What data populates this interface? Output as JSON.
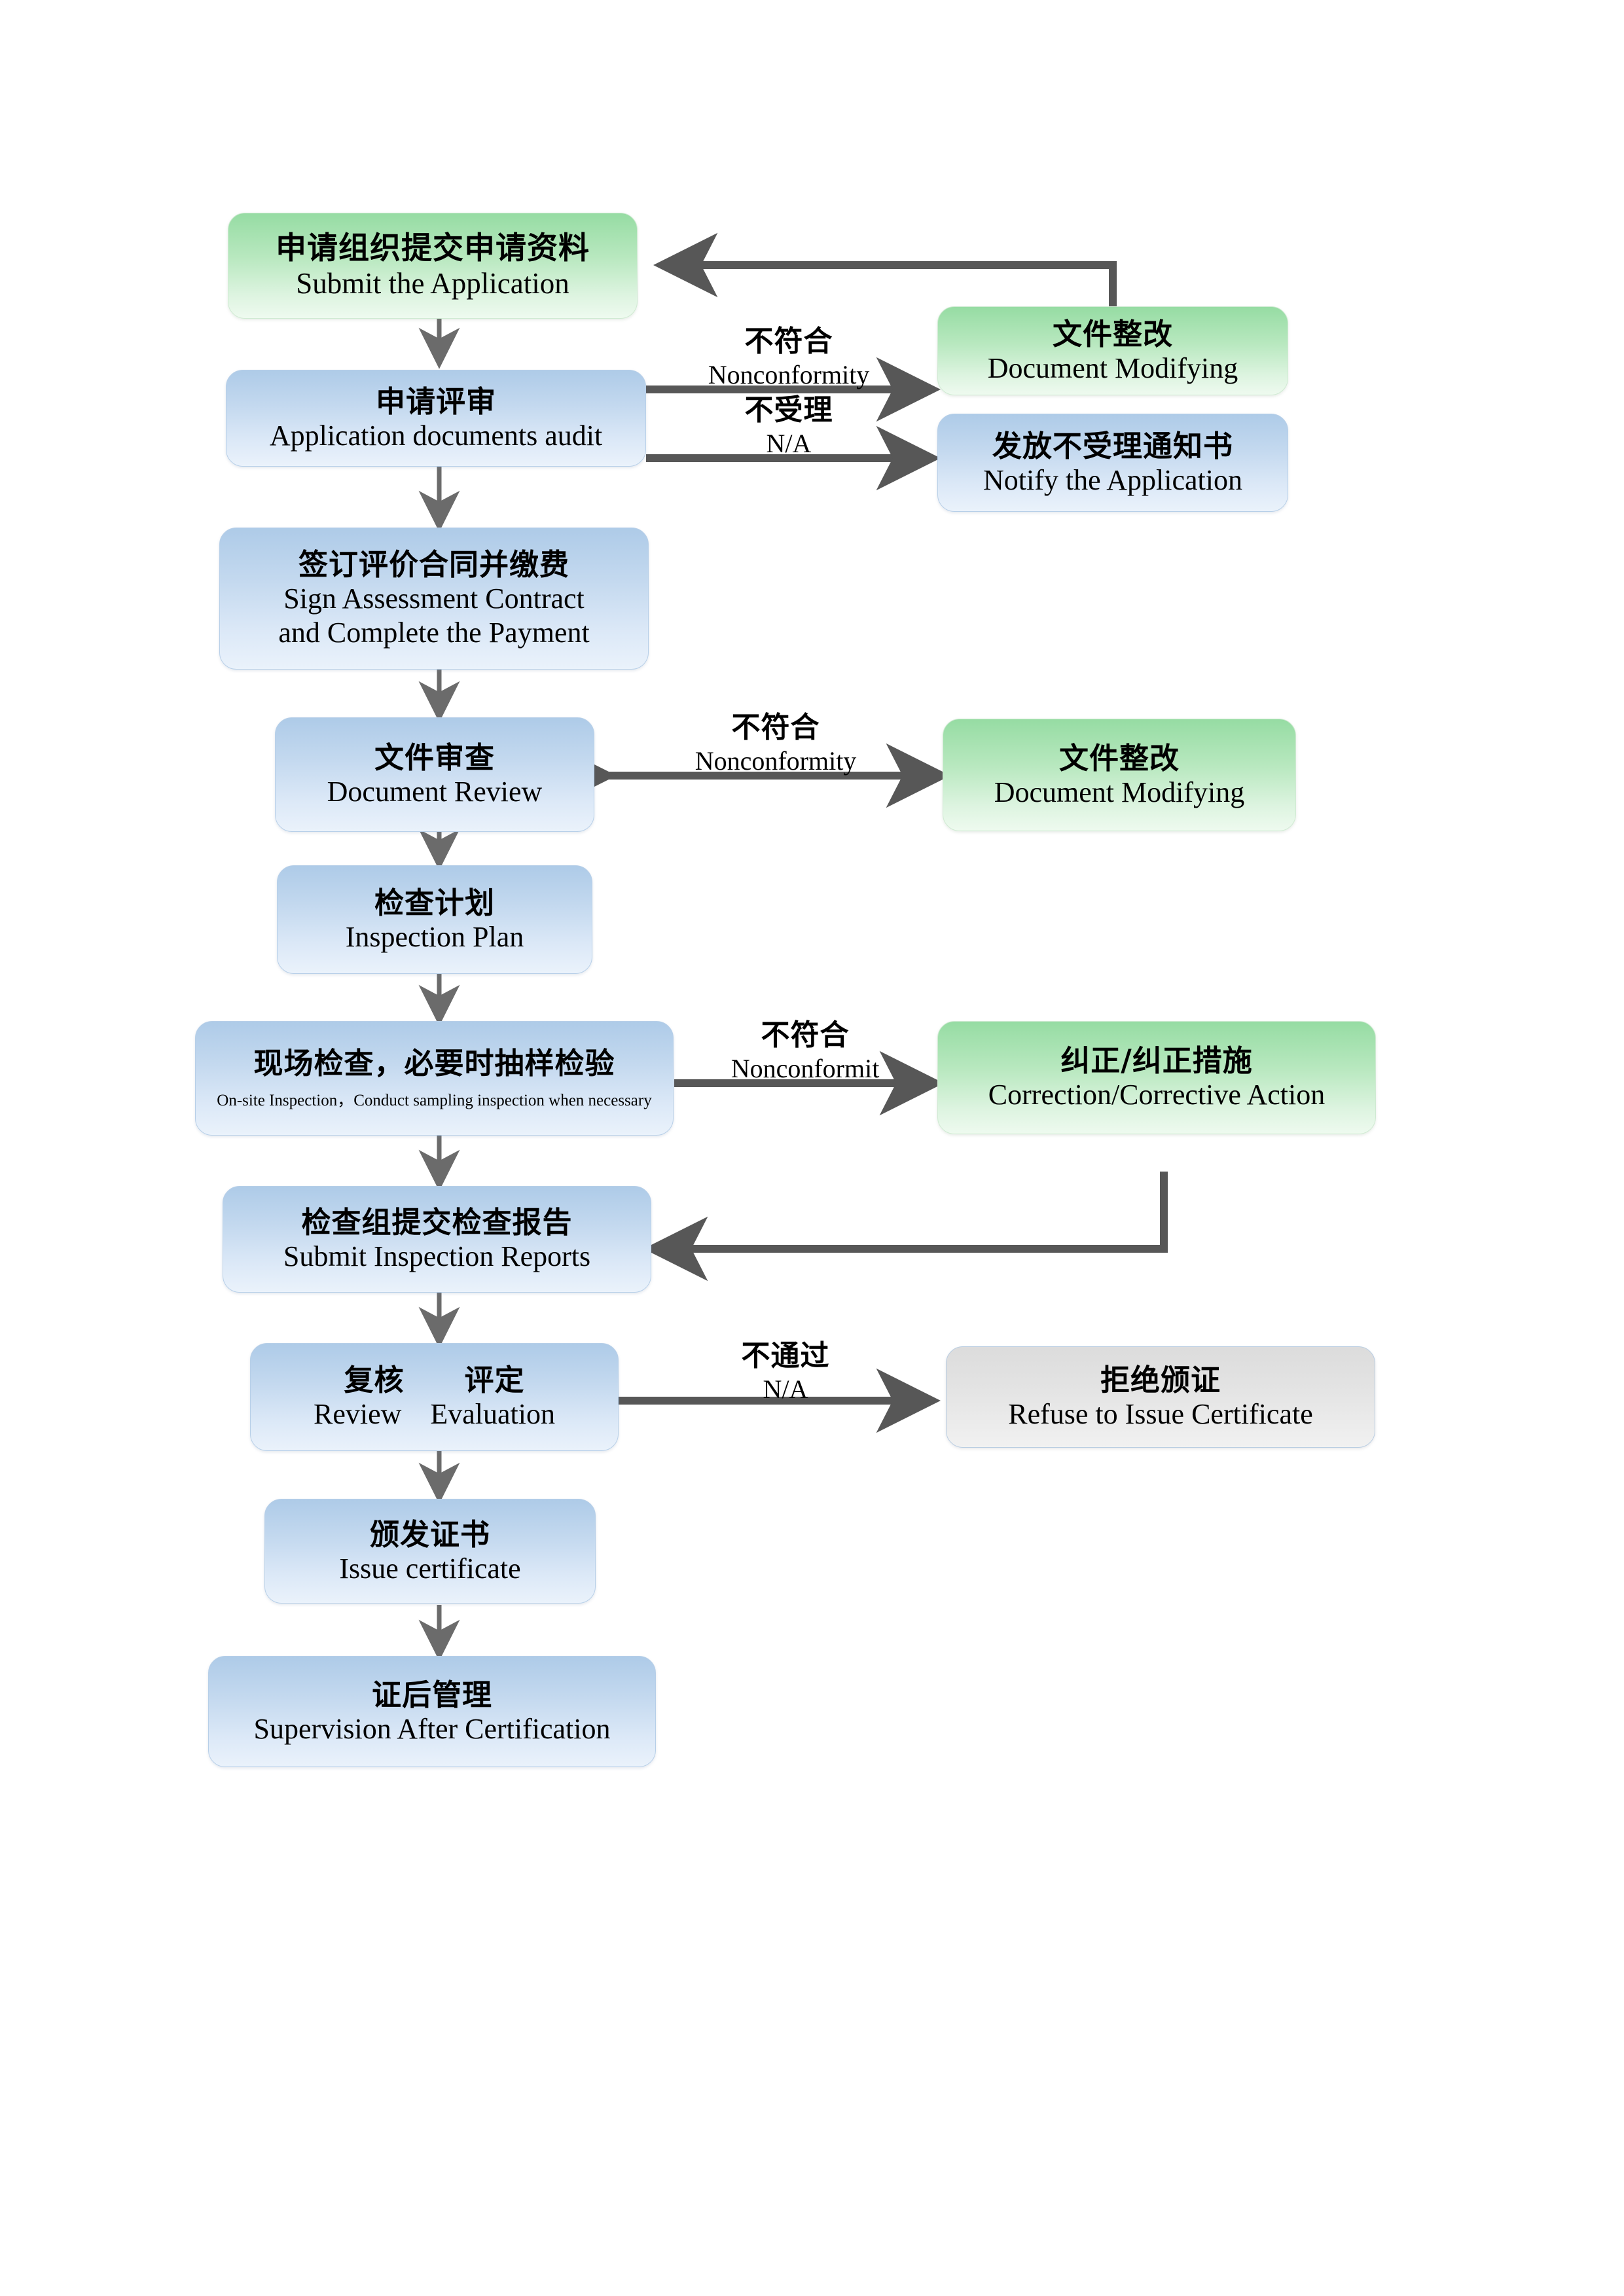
{
  "diagram": {
    "title": "Certification Process Flowchart",
    "colors": {
      "green_fill_top": "#96dca3",
      "green_fill_bottom": "#eefaef",
      "blue_fill_top": "#aecbe8",
      "blue_fill_bottom": "#eaf2fb",
      "gray_fill_top": "#dcdcdc",
      "gray_fill_bottom": "#f1f1f1",
      "arrow": "#575757",
      "thin_arrow": "#6b6b6b",
      "text": "#000000",
      "background": "#ffffff"
    }
  },
  "nodes": [
    {
      "id": "submit-application",
      "cn": "申请组织提交申请资料",
      "en": "Submit the Application",
      "style": "green"
    },
    {
      "id": "application-documents-audit",
      "cn": "申请评审",
      "en": "Application documents audit",
      "style": "blue"
    },
    {
      "id": "document-modifying-1",
      "cn": "文件整改",
      "en": "Document Modifying",
      "style": "green"
    },
    {
      "id": "notify-the-application",
      "cn": "发放不受理通知书",
      "en": "Notify the Application",
      "style": "blue"
    },
    {
      "id": "sign-assessment-contract",
      "cn": "签订评价合同并缴费",
      "en_line1": "Sign Assessment Contract",
      "en_line2": "and Complete the Payment",
      "style": "blue"
    },
    {
      "id": "document-review",
      "cn": "文件审查",
      "en": "Document Review",
      "style": "blue"
    },
    {
      "id": "document-modifying-2",
      "cn": "文件整改",
      "en": "Document Modifying",
      "style": "green"
    },
    {
      "id": "inspection-plan",
      "cn": "检查计划",
      "en": "Inspection Plan",
      "style": "blue"
    },
    {
      "id": "on-site-inspection",
      "cn": "现场检查，必要时抽样检验",
      "en": "On-site Inspection，Conduct sampling inspection when necessary",
      "style": "blue"
    },
    {
      "id": "correction-corrective-action",
      "cn": "纠正/纠正措施",
      "en": "Correction/Corrective Action",
      "style": "green"
    },
    {
      "id": "submit-inspection-reports",
      "cn": "检查组提交检查报告",
      "en": "Submit Inspection Reports",
      "style": "blue"
    },
    {
      "id": "review-evaluation",
      "cn": "复核　　评定",
      "en": "Review　Evaluation",
      "style": "blue"
    },
    {
      "id": "refuse-to-issue-certificate",
      "cn": "拒绝颁证",
      "en": "Refuse to Issue Certificate",
      "style": "gray"
    },
    {
      "id": "issue-certificate",
      "cn": "颁发证书",
      "en": "Issue certificate",
      "style": "blue"
    },
    {
      "id": "supervision-after-certification",
      "cn": "证后管理",
      "en": "Supervision After Certification",
      "style": "blue"
    }
  ],
  "edge_labels": [
    {
      "id": "audit-nonconformity",
      "cn": "不符合",
      "en": "Nonconformity"
    },
    {
      "id": "audit-not-accepted",
      "cn": "不受理",
      "en": "N/A"
    },
    {
      "id": "review-nonconformity",
      "cn": "不符合",
      "en": "Nonconformity"
    },
    {
      "id": "inspection-nonconformit",
      "cn": "不符合",
      "en": "Nonconformit"
    },
    {
      "id": "evaluation-fail",
      "cn": "不通过",
      "en": "N/A"
    }
  ]
}
